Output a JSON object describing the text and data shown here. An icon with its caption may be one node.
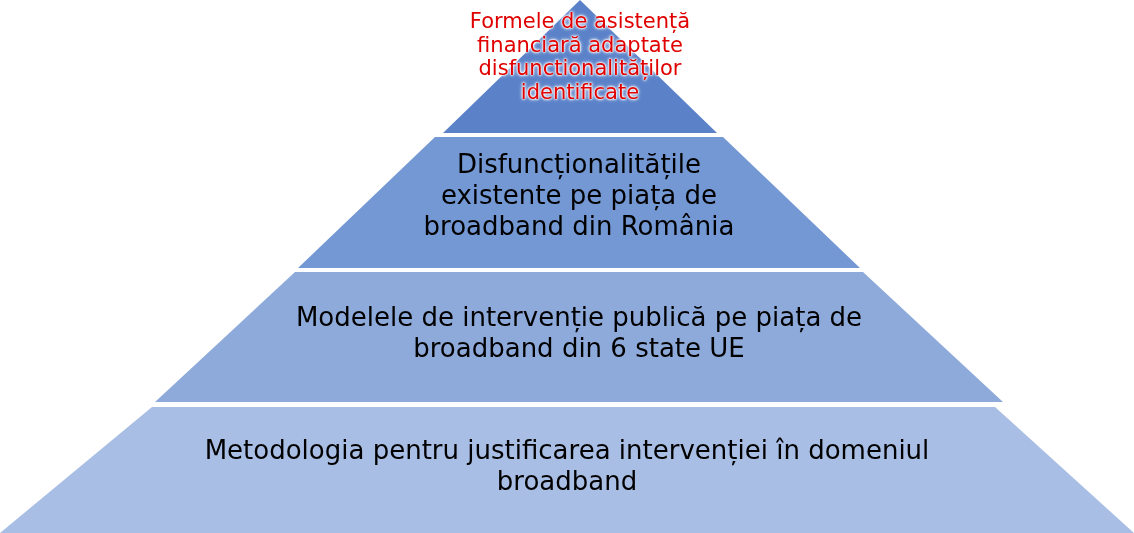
{
  "diagram": {
    "nodes": [
      {
        "text": [
          "Formele de asistență financiară adaptate disfunctionalităților identificate"
        ]
      },
      {
        "text": [
          "Disfuncționalitățile existente pe piața de broadband din România"
        ]
      },
      {
        "text": [
          "Modelele de intervenție publică pe piața de broadband din 6 state UE"
        ]
      },
      {
        "text": [
          "Metodologia pentru justificarea intervenției în domeniul broadband"
        ]
      }
    ]
  }
}
